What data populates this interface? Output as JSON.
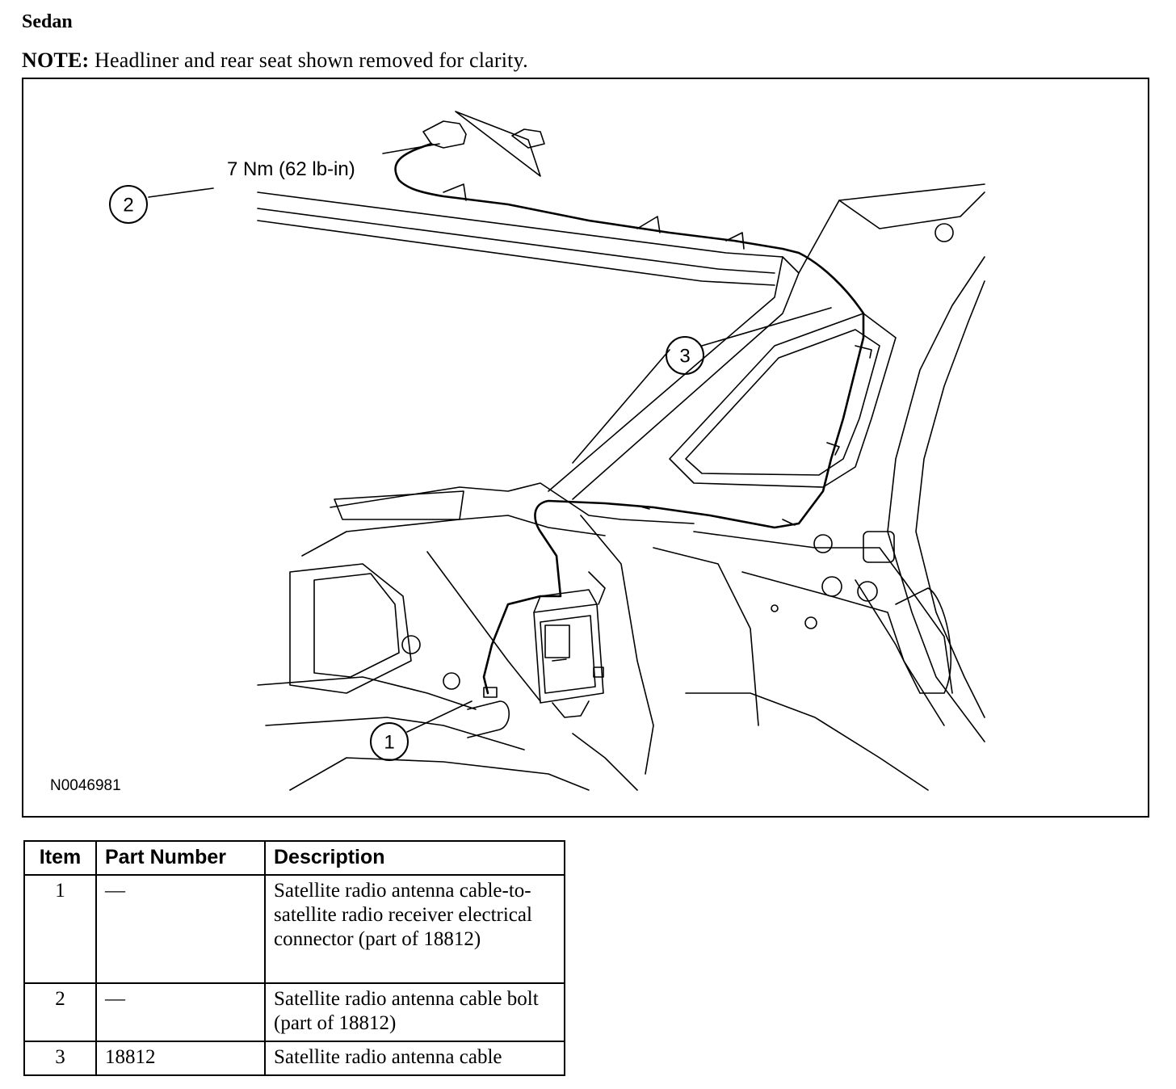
{
  "heading": "Sedan",
  "note": {
    "label": "NOTE:",
    "text": "Headliner and rear seat shown removed for clarity."
  },
  "figure": {
    "id": "N0046981",
    "torque": "7 Nm (62 lb-in)",
    "callouts": [
      "1",
      "2",
      "3"
    ]
  },
  "table": {
    "headers": [
      "Item",
      "Part Number",
      "Description"
    ],
    "rows": [
      {
        "item": "1",
        "part": "—",
        "desc": "Satellite radio antenna cable-to-satellite radio receiver electrical connector (part of 18812)"
      },
      {
        "item": "2",
        "part": "—",
        "desc": "Satellite radio antenna cable bolt (part of 18812)"
      },
      {
        "item": "3",
        "part": "18812",
        "desc": "Satellite radio antenna cable"
      }
    ]
  }
}
